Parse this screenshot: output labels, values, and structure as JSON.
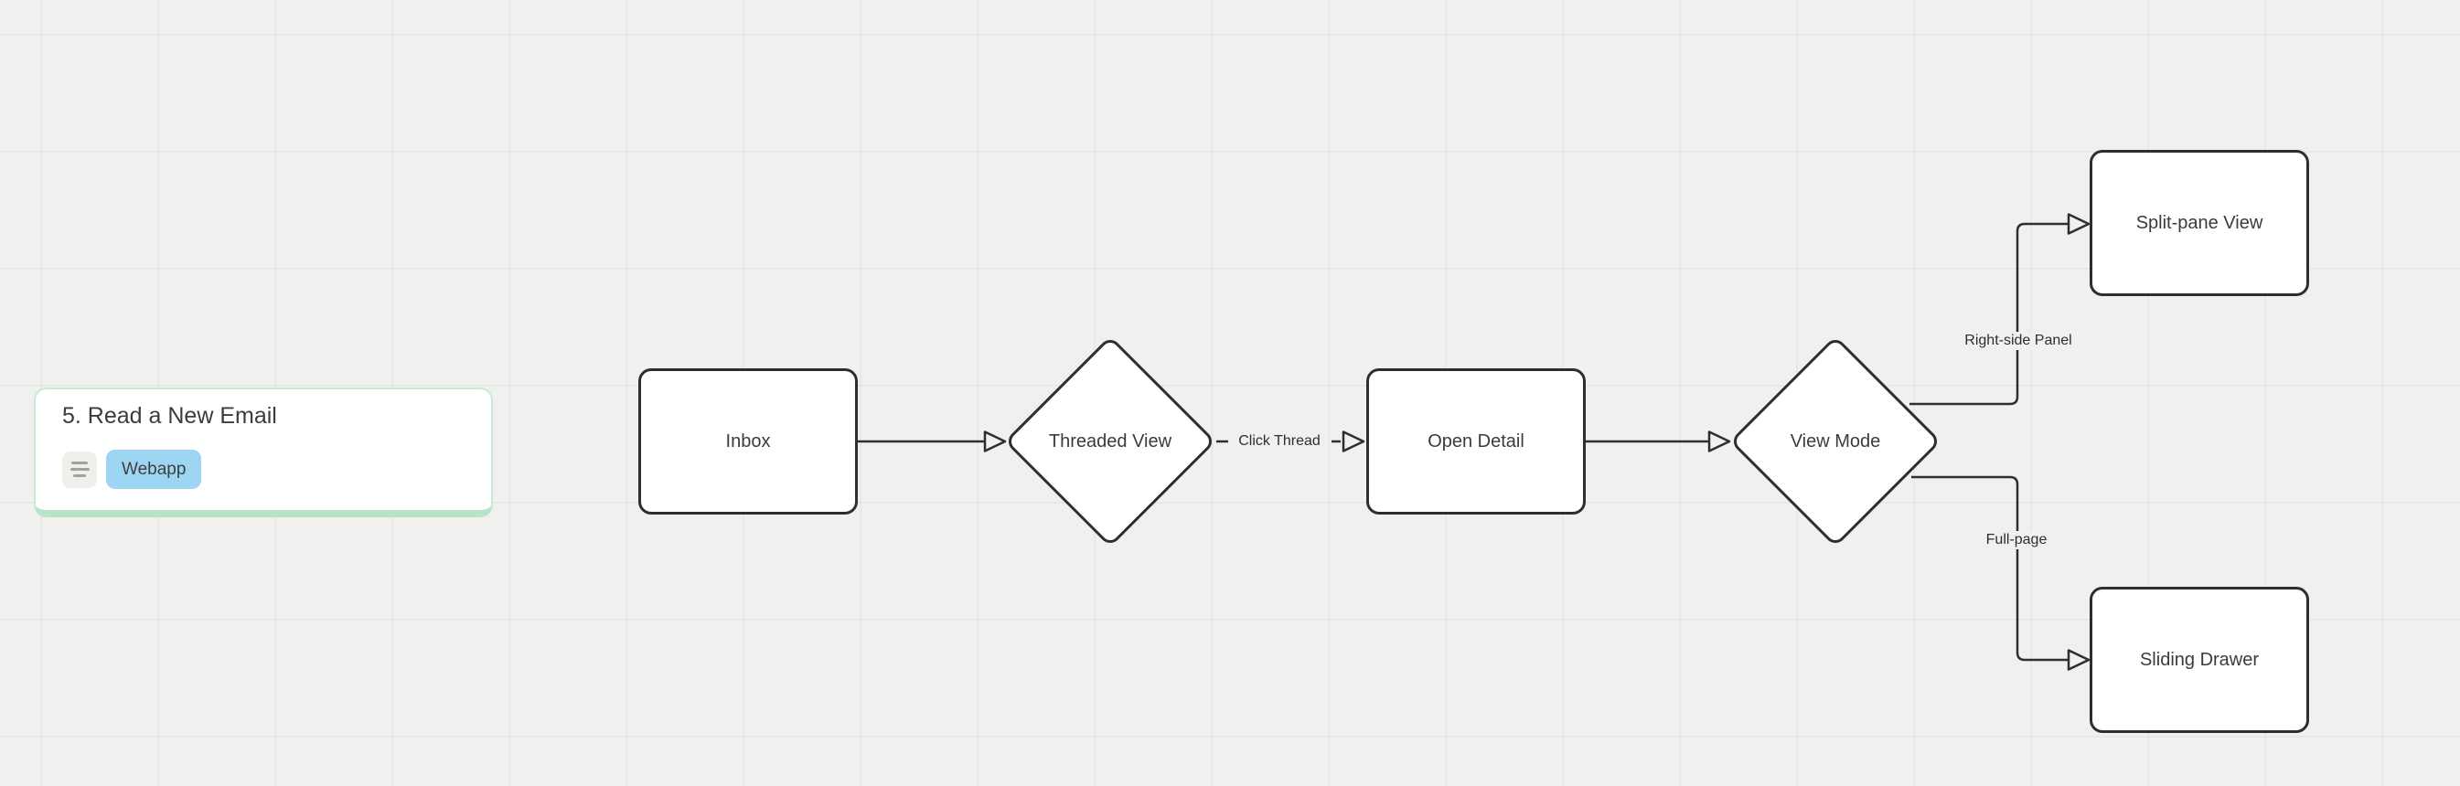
{
  "canvas": {
    "background_color": "#f0f0ee",
    "grid": "on"
  },
  "task_card": {
    "title": "5. Read a New Email",
    "icon": "notes-icon",
    "badge_label": "Webapp",
    "badge_color": "#9cd6f2",
    "border_color": "#c6ebd3"
  },
  "flowchart": {
    "nodes": [
      {
        "id": "inbox",
        "label": "Inbox",
        "shape": "rectangle"
      },
      {
        "id": "threaded-view",
        "label": "Threaded View",
        "shape": "diamond"
      },
      {
        "id": "open-detail",
        "label": "Open Detail",
        "shape": "rectangle"
      },
      {
        "id": "view-mode",
        "label": "View Mode",
        "shape": "diamond"
      },
      {
        "id": "split-pane-view",
        "label": "Split-pane View",
        "shape": "rectangle"
      },
      {
        "id": "sliding-drawer",
        "label": "Sliding Drawer",
        "shape": "rectangle"
      }
    ],
    "edges": [
      {
        "from": "inbox",
        "to": "threaded-view",
        "label": "",
        "style": "solid"
      },
      {
        "from": "threaded-view",
        "to": "open-detail",
        "label": "Click Thread",
        "style": "dashed"
      },
      {
        "from": "open-detail",
        "to": "view-mode",
        "label": "",
        "style": "solid"
      },
      {
        "from": "view-mode",
        "to": "split-pane-view",
        "label": "Right-side Panel",
        "style": "solid"
      },
      {
        "from": "view-mode",
        "to": "sliding-drawer",
        "label": "Full-page",
        "style": "solid"
      }
    ],
    "stroke_color": "#2e2e2c"
  }
}
